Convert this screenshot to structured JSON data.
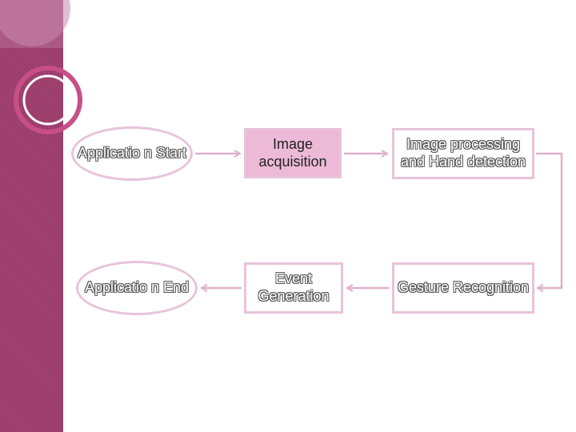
{
  "nodes": {
    "app_start": "Applicatio n Start",
    "image_acquisition": "Image acquisition",
    "image_processing": "Image processing and Hand detection",
    "app_end": "Applicatio n End",
    "event_generation": "Event Generation",
    "gesture_recognition": "Gesture Recognition"
  },
  "colors": {
    "sidebar": "#9c3d6b",
    "node_border": "#e8c3da",
    "node_fill": "#ecb9d6",
    "arrow": "#e0b0cc"
  }
}
